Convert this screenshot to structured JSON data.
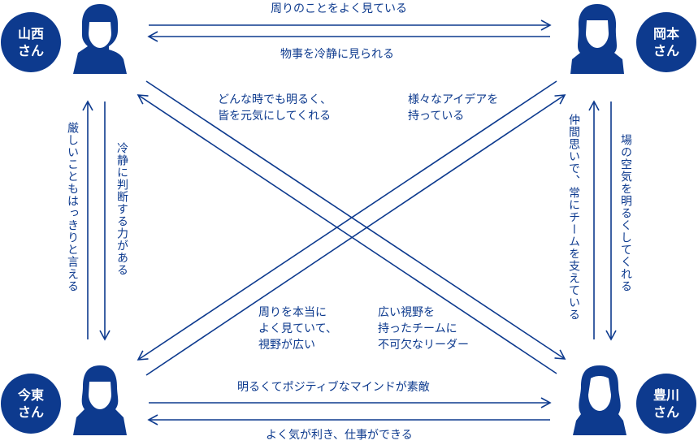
{
  "accent": "#0d3a8e",
  "people": {
    "yamanishi": {
      "name": "山西",
      "suffix": "さん"
    },
    "okamoto": {
      "name": "岡本",
      "suffix": "さん"
    },
    "imahigashi": {
      "name": "今東",
      "suffix": "さん"
    },
    "toyokawa": {
      "name": "豊川",
      "suffix": "さん"
    }
  },
  "labels": {
    "top_right": "周りのことをよく見ている",
    "top_left": "物事を冷静に見られる",
    "bottom_right": "明るくてポジティブなマインドが素敵",
    "bottom_left": "よく気が利き、仕事ができる",
    "left_outer": "厳しいこともはっきりと言える",
    "left_inner": "冷静に判断する力がある",
    "right_inner": "仲間思いで、常にチームを支えている",
    "right_outer": "場の空気を明るくしてくれる",
    "diag_top_left": "どんな時でも明るく、\n皆を元気にしてくれる",
    "diag_top_right": "様々なアイデアを\n持っている",
    "diag_bottom_left": "周りを本当に\nよく見ていて、\n視野が広い",
    "diag_bottom_right": "広い視野を\n持ったチームに\n不可欠なリーダー"
  }
}
